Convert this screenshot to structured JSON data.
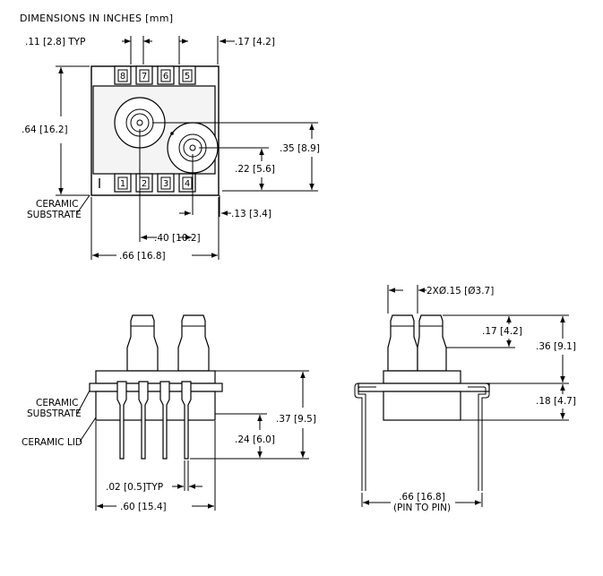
{
  "title": "DIMENSIONS IN INCHES [mm]",
  "top_view": {
    "pins_top": [
      "8",
      "7",
      "6",
      "5"
    ],
    "pins_bottom": [
      "1",
      "2",
      "3",
      "4"
    ],
    "dims": {
      "pin_width": ".11 [2.8] TYP",
      "edge_offset": ".17 [4.2]",
      "height": ".64 [16.2]",
      "port1_offset": ".35 [8.9]",
      "port2_offset": ".22 [5.6]",
      "pin_offset": ".13 [3.4]",
      "port_spacing": ".40 [10.2]",
      "overall_width": ".66 [16.8]"
    },
    "callouts": {
      "substrate_l1": "CERAMIC",
      "substrate_l2": "SUBSTRATE"
    }
  },
  "front_view": {
    "dims": {
      "pin_pitch": ".02 [0.5]TYP",
      "overall_width": ".60 [15.4]",
      "lead_height": ".24 [6.0]",
      "total_height": ".37 [9.5]"
    },
    "callouts": {
      "substrate_l1": "CERAMIC",
      "substrate_l2": "SUBSTRATE",
      "lid": "CERAMIC LID"
    }
  },
  "side_view": {
    "dims": {
      "port_dia": "2XØ.15 [Ø3.7]",
      "port_height": ".17 [4.2]",
      "overall_height": ".36 [9.1]",
      "body_height": ".18 [4.7]",
      "pin_to_pin_l1": ".66 [16.8]",
      "pin_to_pin_l2": "(PIN TO PIN)"
    }
  }
}
